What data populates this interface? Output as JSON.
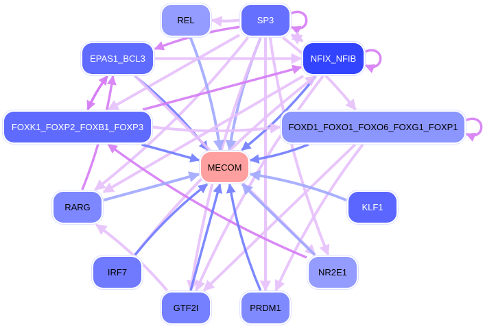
{
  "nodes": [
    {
      "id": "REL",
      "label": "REL",
      "color": "#949cff",
      "text": "#000000"
    },
    {
      "id": "SP3",
      "label": "SP3",
      "color": "#6670ff",
      "text": "#ffffff"
    },
    {
      "id": "EPAS1_BCL3",
      "label": "EPAS1_BCL3",
      "color": "#5f6bff",
      "text": "#ffffff"
    },
    {
      "id": "NFIX_NFIB",
      "label": "NFIX_NFIB",
      "color": "#3344ff",
      "text": "#ffffff"
    },
    {
      "id": "FOXK1",
      "label": "FOXK1_FOXP2_FOXB1_FOXP3",
      "color": "#5f6bff",
      "text": "#ffffff"
    },
    {
      "id": "FOXD1",
      "label": "FOXD1_FOXO1_FOXO6_FOXG1_FOXP1",
      "color": "#8c96ff",
      "text": "#000000"
    },
    {
      "id": "MECOM",
      "label": "MECOM",
      "color": "#ffa0a0",
      "text": "#000000"
    },
    {
      "id": "RARG",
      "label": "RARG",
      "color": "#7d87ff",
      "text": "#000000"
    },
    {
      "id": "KLF1",
      "label": "KLF1",
      "color": "#5a66ff",
      "text": "#ffffff"
    },
    {
      "id": "IRF7",
      "label": "IRF7",
      "color": "#6f7aff",
      "text": "#000000"
    },
    {
      "id": "NR2E1",
      "label": "NR2E1",
      "color": "#949cff",
      "text": "#000000"
    },
    {
      "id": "GTF2I",
      "label": "GTF2I",
      "color": "#7480ff",
      "text": "#000000"
    },
    {
      "id": "PRDM1",
      "label": "PRDM1",
      "color": "#7f8aff",
      "text": "#000000"
    }
  ],
  "edge_colors": {
    "blue": "#6f7cff",
    "lightblue": "#a0a8ff",
    "purple": "#d57cf5",
    "lightpurple": "#e6c0fb",
    "darkpurple": "#c040f0"
  },
  "edges": [
    [
      "SP3",
      "REL",
      "lightpurple"
    ],
    [
      "SP3",
      "SP3",
      "purple"
    ],
    [
      "SP3",
      "EPAS1_BCL3",
      "purple"
    ],
    [
      "SP3",
      "NFIX_NFIB",
      "lightpurple"
    ],
    [
      "NFIX_NFIB",
      "SP3",
      "lightpurple"
    ],
    [
      "SP3",
      "MECOM",
      "lightblue"
    ],
    [
      "SP3",
      "FOXD1",
      "lightpurple"
    ],
    [
      "SP3",
      "PRDM1",
      "lightpurple"
    ],
    [
      "SP3",
      "GTF2I",
      "lightpurple"
    ],
    [
      "SP3",
      "RARG",
      "lightpurple"
    ],
    [
      "SP3",
      "FOXK1",
      "lightpurple"
    ],
    [
      "SP3",
      "NR2E1",
      "lightpurple"
    ],
    [
      "REL",
      "MECOM",
      "lightblue"
    ],
    [
      "EPAS1_BCL3",
      "NFIX_NFIB",
      "lightpurple"
    ],
    [
      "EPAS1_BCL3",
      "FOXK1",
      "purple"
    ],
    [
      "EPAS1_BCL3",
      "MECOM",
      "blue"
    ],
    [
      "EPAS1_BCL3",
      "NR2E1",
      "lightpurple"
    ],
    [
      "NFIX_NFIB",
      "NFIX_NFIB",
      "purple"
    ],
    [
      "NFIX_NFIB",
      "MECOM",
      "blue"
    ],
    [
      "NFIX_NFIB",
      "RARG",
      "lightpurple"
    ],
    [
      "NFIX_NFIB",
      "GTF2I",
      "lightpurple"
    ],
    [
      "IRF7",
      "NFIX_NFIB",
      "lightpurple"
    ],
    [
      "FOXK1",
      "NFIX_NFIB",
      "purple"
    ],
    [
      "FOXK1",
      "FOXD1",
      "lightpurple"
    ],
    [
      "FOXK1",
      "EPAS1_BCL3",
      "purple"
    ],
    [
      "FOXK1",
      "MECOM",
      "blue"
    ],
    [
      "FOXD1",
      "FOXD1",
      "purple"
    ],
    [
      "FOXD1",
      "MECOM",
      "blue"
    ],
    [
      "FOXD1",
      "GTF2I",
      "lightpurple"
    ],
    [
      "FOXD1",
      "PRDM1",
      "lightpurple"
    ],
    [
      "NR2E1",
      "FOXK1",
      "purple"
    ],
    [
      "RARG",
      "MECOM",
      "lightblue"
    ],
    [
      "KLF1",
      "MECOM",
      "lightblue"
    ],
    [
      "IRF7",
      "MECOM",
      "blue"
    ],
    [
      "GTF2I",
      "MECOM",
      "blue"
    ],
    [
      "GTF2I",
      "RARG",
      "lightpurple"
    ],
    [
      "PRDM1",
      "MECOM",
      "blue"
    ],
    [
      "NR2E1",
      "MECOM",
      "lightblue"
    ],
    [
      "RARG",
      "EPAS1_BCL3",
      "purple"
    ]
  ]
}
